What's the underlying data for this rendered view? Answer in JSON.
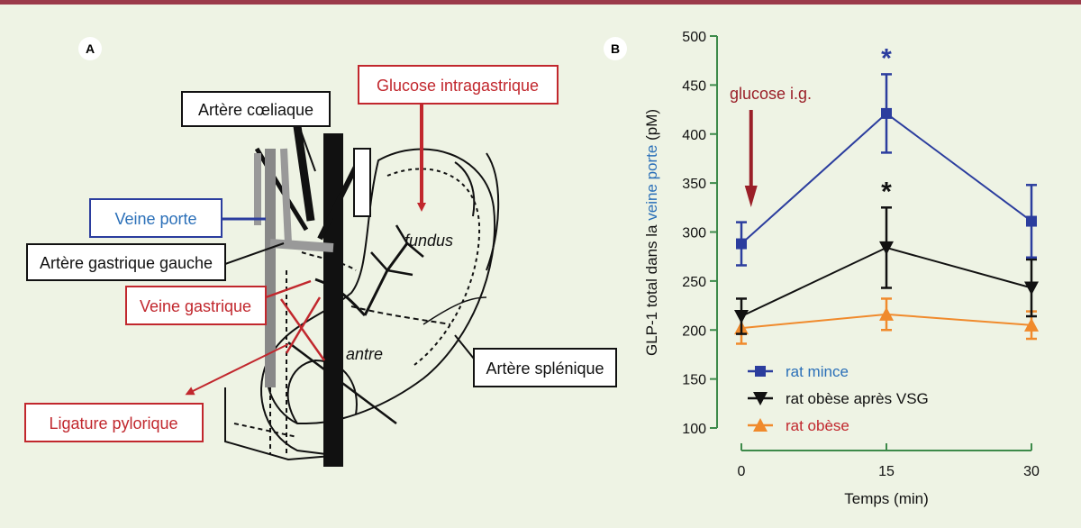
{
  "panels": {
    "a": {
      "letter": "A",
      "labels": {
        "artere_coeliaque": "Artère cœliaque",
        "glucose_intragastrique": "Glucose intragastrique",
        "veine_porte": "Veine porte",
        "artere_gastrique_gauche": "Artère gastrique gauche",
        "veine_gastrique": "Veine gastrique",
        "ligature_pylorique": "Ligature pylorique",
        "artere_splenique": "Artère splénique",
        "fundus": "fundus",
        "antre": "antre"
      }
    },
    "b": {
      "letter": "B",
      "annotation": "glucose i.g.",
      "significance_mark": "*"
    }
  },
  "colors": {
    "red_label": "#c1272d",
    "blue_label": "#2a6fb8",
    "arrow_red": "#9a1f28",
    "series_blue": "#2b3d9e",
    "series_black": "#111111",
    "series_orange": "#f08a2c",
    "axis_green": "#3d8a4a",
    "top_rule": "#9b3a4a"
  },
  "chart_data": {
    "type": "line",
    "ylabel": {
      "prefix": "GLP-1 total dans la ",
      "highlight": "veine porte",
      "suffix": " (pM)"
    },
    "xlabel": "Temps (min)",
    "x": [
      0,
      15,
      30
    ],
    "x_ticks": [
      "0",
      "15",
      "30"
    ],
    "y_ticks": [
      "100",
      "150",
      "200",
      "250",
      "300",
      "350",
      "400",
      "450",
      "500"
    ],
    "ylim": [
      100,
      500
    ],
    "series": [
      {
        "name": "rat mince",
        "values": [
          288,
          421,
          311
        ],
        "errors": [
          22,
          40,
          37
        ],
        "marker": "square",
        "color": "#2b3d9e",
        "legend_color": "#2a6fb8"
      },
      {
        "name": "rat obèse après VSG",
        "values": [
          214,
          284,
          243
        ],
        "errors": [
          18,
          41,
          29
        ],
        "marker": "triangle-down",
        "color": "#111111",
        "legend_color": "#111111"
      },
      {
        "name": "rat obèse",
        "values": [
          202,
          216,
          205
        ],
        "errors": [
          16,
          16,
          14
        ],
        "marker": "triangle-up",
        "color": "#f08a2c",
        "legend_color": "#c1272d"
      }
    ],
    "significance": [
      {
        "series": 0,
        "x": 15
      },
      {
        "series": 1,
        "x": 15
      }
    ],
    "arrow_at_x": 1,
    "legend_position": "bottom-left",
    "grid": false
  }
}
